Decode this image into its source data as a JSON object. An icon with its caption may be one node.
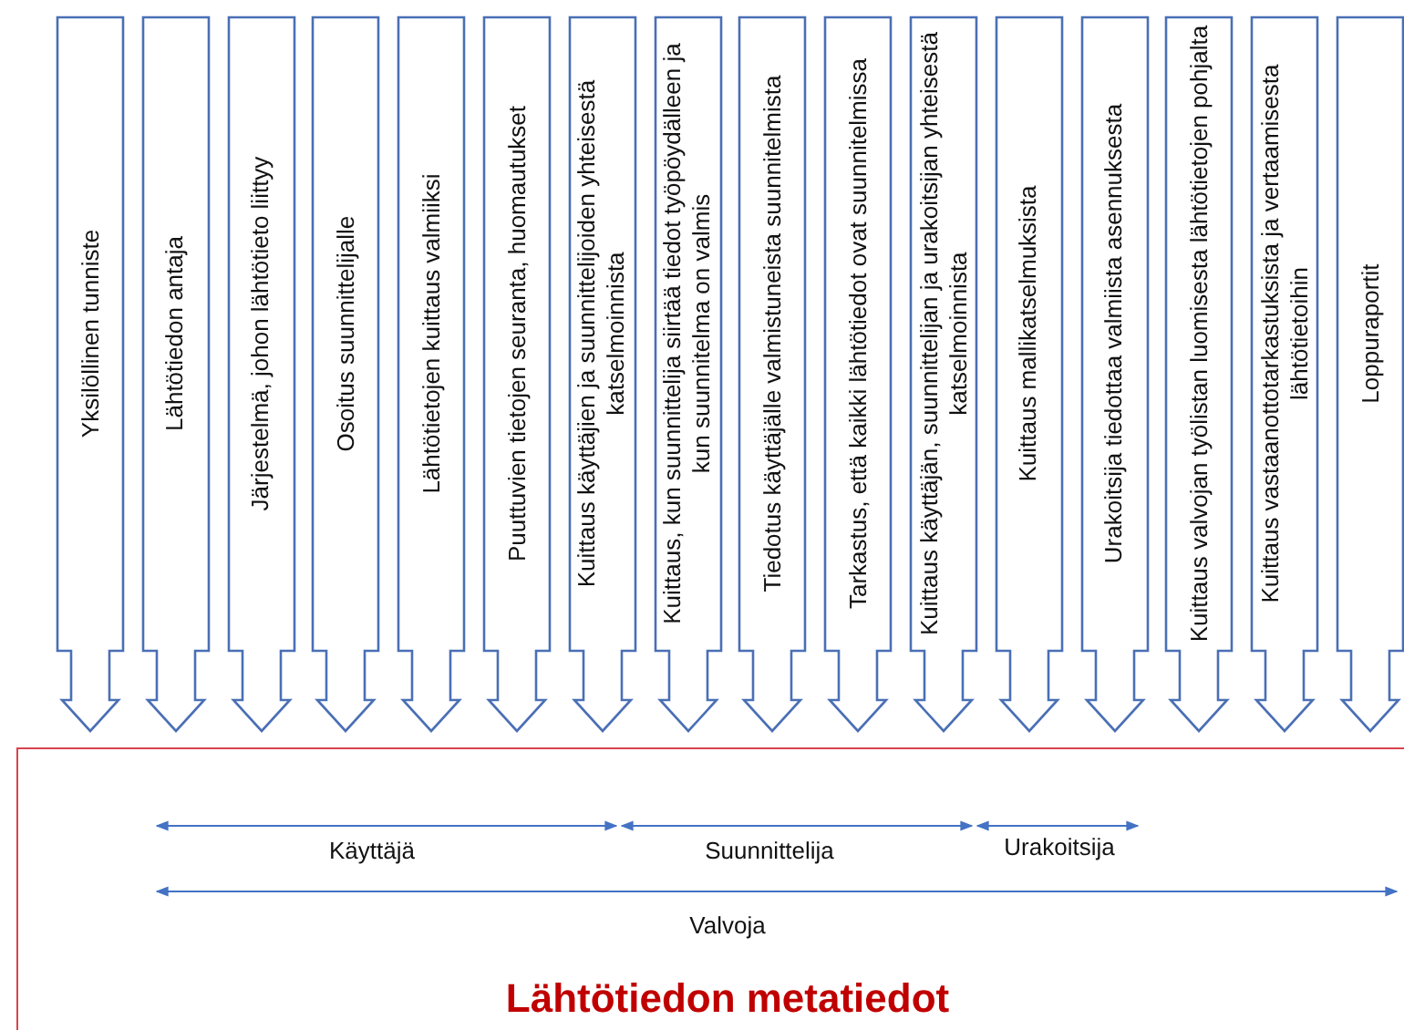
{
  "diagram": {
    "nodes": [
      {
        "text": [
          "Yksilöllinen tunniste"
        ]
      },
      {
        "text": [
          "Lähtötiedon antaja"
        ]
      },
      {
        "text": [
          "Järjestelmä, johon lähtötieto liittyy"
        ]
      },
      {
        "text": [
          "Osoitus suunnittelijalle"
        ]
      },
      {
        "text": [
          "Lähtötietojen kuittaus valmiiksi"
        ]
      },
      {
        "text": [
          "Puuttuvien tietojen seuranta, huomautukset"
        ]
      },
      {
        "text": [
          "Kuittaus käyttäjien ja suunnittelijoiden yhteisestä katselmoinnista"
        ]
      },
      {
        "text": [
          "Kuittaus, kun suunnittelija siirtää tiedot työpöydälleen ja kun suunnitelma on valmis"
        ]
      },
      {
        "text": [
          "Tiedotus käyttäjälle valmistuneista suunnitelmista"
        ]
      },
      {
        "text": [
          "Tarkastus, että kaikki lähtötiedot ovat suunnitelmissa"
        ]
      },
      {
        "text": [
          "Kuittaus käyttäjän, suunnittelijan ja urakoitsijan yhteisestä katselmoinnista"
        ]
      },
      {
        "text": [
          "Kuittaus mallikatselmuksista"
        ]
      },
      {
        "text": [
          "Urakoitsija tiedottaa valmiista asennuksesta"
        ]
      },
      {
        "text": [
          "Kuittaus valvojan työlistan luomisesta lähtötietojen pohjalta"
        ]
      },
      {
        "text": [
          "Kuittaus vastaanottotarkastuksista ja vertaamisesta lähtötietoihin"
        ]
      },
      {
        "text": [
          "Loppuraportit"
        ]
      },
      {
        "text": [
          "Käyttäjä",
          "Suunnittelija",
          "Urakoitsija",
          "Valvoja",
          "Lähtötiedon metatiedot"
        ]
      }
    ],
    "edges": []
  }
}
